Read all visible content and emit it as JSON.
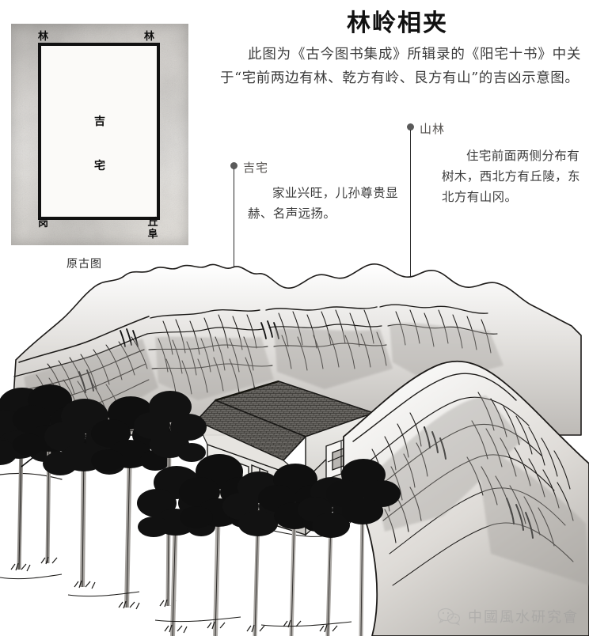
{
  "header": {
    "title": "林岭相夹",
    "lede": "此图为《古今图书集成》所辑录的《阳宅十书》中关于“宅前两边有林、乾方有岭、艮方有山”的吉凶示意图。"
  },
  "old_diagram": {
    "caption": "原古图",
    "label_top_left": "林",
    "label_top_right": "林",
    "label_bottom_left": "岗",
    "label_bottom_right": "丘阜",
    "center_line_1": "吉",
    "center_line_2": "宅"
  },
  "callouts": [
    {
      "id": "jizhai",
      "tag": "吉宅",
      "note": "家业兴旺，儿孙尊贵显赫、名声远扬。"
    },
    {
      "id": "shanlin",
      "tag": "山林",
      "note": "住宅前面两侧分布有树木，西北方有丘陵，东北方有山冈。"
    }
  ],
  "watermark": {
    "text": "中國風水研究會",
    "icon": "wechat-icon"
  },
  "colors": {
    "ink": "#2b2b2b",
    "body_text": "#3b3b3b",
    "tag_text": "#55524f",
    "callout_dot": "#5a5a5a",
    "watermark": "#9b9b9b",
    "paper": "#ffffff",
    "old_paper": "#efece8"
  },
  "scene": {
    "description": "山水钢笔插图：远景连绵山岭，中景吉宅瓦房，左侧与前景成片树林，右侧大丘陵。"
  }
}
